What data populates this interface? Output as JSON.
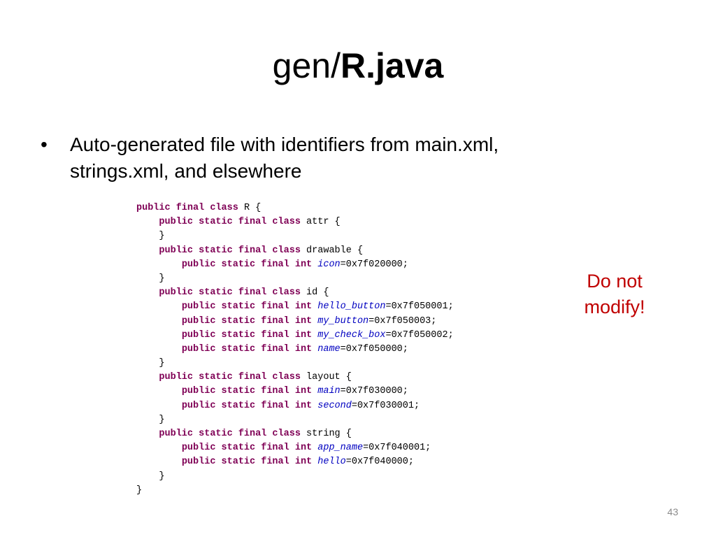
{
  "slide": {
    "title_prefix": "gen/",
    "title_bold": "R.java",
    "bullet_symbol": "•",
    "bullet_text": "Auto-generated file with identifiers from main.xml, strings.xml, and elsewhere",
    "note": "Do not modify!",
    "page_number": "43"
  },
  "code": {
    "lines": [
      {
        "indent": "",
        "kw": "public final class ",
        "rest": "R {"
      },
      {
        "indent": "    ",
        "kw": "public static final class ",
        "rest": "attr {"
      },
      {
        "indent": "    ",
        "kw": "",
        "rest": "}"
      },
      {
        "indent": "    ",
        "kw": "public static final class ",
        "rest": "drawable {"
      },
      {
        "indent": "        ",
        "kw": "public static final int ",
        "field": "icon",
        "value": "=0x7f020000;"
      },
      {
        "indent": "    ",
        "kw": "",
        "rest": "}"
      },
      {
        "indent": "    ",
        "kw": "public static final class ",
        "rest": "id {"
      },
      {
        "indent": "        ",
        "kw": "public static final int ",
        "field": "hello_button",
        "value": "=0x7f050001;"
      },
      {
        "indent": "        ",
        "kw": "public static final int ",
        "field": "my_button",
        "value": "=0x7f050003;"
      },
      {
        "indent": "        ",
        "kw": "public static final int ",
        "field": "my_check_box",
        "value": "=0x7f050002;"
      },
      {
        "indent": "        ",
        "kw": "public static final int ",
        "field": "name",
        "value": "=0x7f050000;"
      },
      {
        "indent": "    ",
        "kw": "",
        "rest": "}"
      },
      {
        "indent": "    ",
        "kw": "public static final class ",
        "rest": "layout {"
      },
      {
        "indent": "        ",
        "kw": "public static final int ",
        "field": "main",
        "value": "=0x7f030000;"
      },
      {
        "indent": "        ",
        "kw": "public static final int ",
        "field": "second",
        "value": "=0x7f030001;"
      },
      {
        "indent": "    ",
        "kw": "",
        "rest": "}"
      },
      {
        "indent": "    ",
        "kw": "public static final class ",
        "rest": "string {"
      },
      {
        "indent": "        ",
        "kw": "public static final int ",
        "field": "app_name",
        "value": "=0x7f040001;"
      },
      {
        "indent": "        ",
        "kw": "public static final int ",
        "field": "hello",
        "value": "=0x7f040000;"
      },
      {
        "indent": "    ",
        "kw": "",
        "rest": "}"
      },
      {
        "indent": "",
        "kw": "",
        "rest": "}"
      }
    ]
  }
}
